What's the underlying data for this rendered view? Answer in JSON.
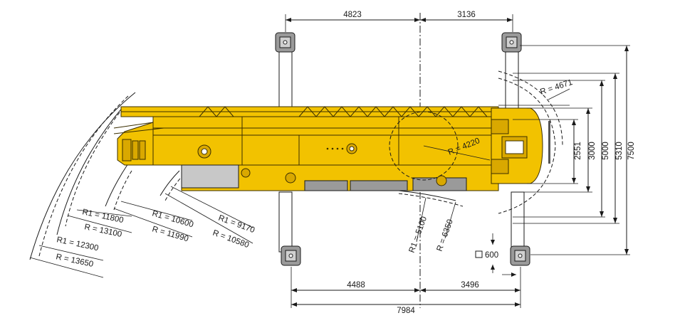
{
  "top_dims": {
    "left": "4823",
    "right": "3136"
  },
  "bottom_dims": {
    "left": "4488",
    "right": "3496",
    "total": "7984"
  },
  "right_dims": {
    "d1": "2551",
    "d2": "3000",
    "d3": "5000",
    "d4": "5310",
    "d5": "7500"
  },
  "radii": {
    "r_front": "R = 4671",
    "r_turntable": "R = 4220",
    "r1_center": "R1 = 5100",
    "r_center": "R = 6350",
    "r1_a": "R1 = 9170",
    "r_a": "R = 10580",
    "r1_b": "R1 = 10600",
    "r_b": "R = 11990",
    "r1_c": "R1 = 11800",
    "r_c": "R = 13100",
    "r1_d": "R1 = 12300",
    "r_d": "R = 13650"
  },
  "pad_label": "600",
  "colors": {
    "crane_yellow": "#f2c200",
    "outline": "#1a1a1a",
    "pad_grey": "#9a9a9a"
  }
}
